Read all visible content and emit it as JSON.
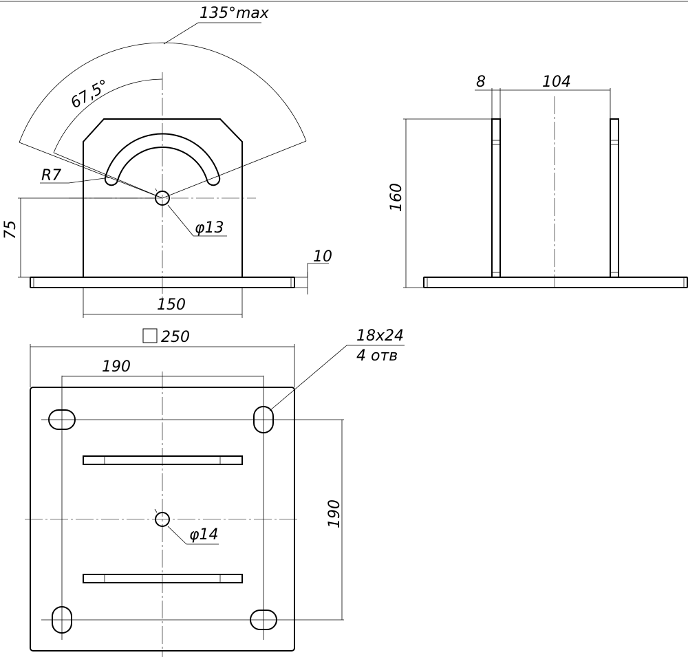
{
  "front_view": {
    "angle_max": "135°max",
    "angle_half": "67,5°",
    "radius": "R7",
    "hole_diameter": "φ13",
    "hole_height": "75",
    "plate_thickness": "10",
    "width": "150"
  },
  "side_view": {
    "rib_thickness": "8",
    "rib_gap": "104",
    "height": "160"
  },
  "plan_view": {
    "plate_size_symbol": "□",
    "plate_size": "250",
    "hole_spacing_x": "190",
    "hole_spacing_y": "190",
    "slot_size": "18x24",
    "slot_count": "4 отв",
    "center_hole_diameter": "φ14"
  }
}
